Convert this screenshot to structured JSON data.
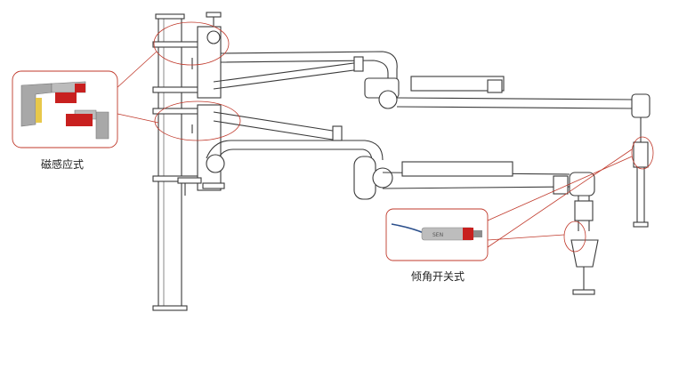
{
  "labels": {
    "magnetic_sensor": "磁感应式",
    "tilt_switch": "倾角开关式"
  },
  "sensor_text": "SEN",
  "colors": {
    "line": "#3a3a3a",
    "callout": "#c0392b",
    "sensor_red": "#c8201f",
    "sensor_grey": "#9a9a9a",
    "sensor_yellow": "#e8c84a",
    "cable_blue": "#2b4f8c"
  }
}
